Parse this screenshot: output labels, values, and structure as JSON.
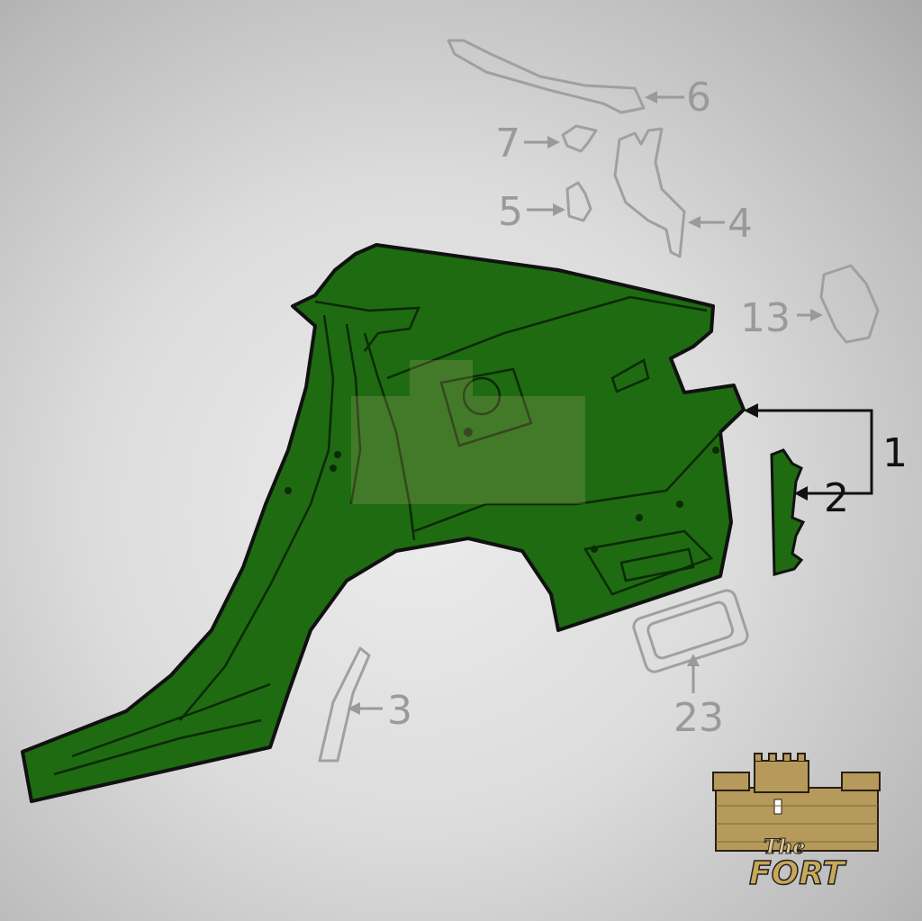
{
  "diagram": {
    "highlight_color": "#1e6b12",
    "outline_color": "#111111",
    "inactive_color": "#9a9a9a",
    "callouts": [
      {
        "id": "1",
        "label": "1",
        "highlighted": true
      },
      {
        "id": "2",
        "label": "2",
        "highlighted": true
      },
      {
        "id": "3",
        "label": "3",
        "highlighted": false
      },
      {
        "id": "4",
        "label": "4",
        "highlighted": false
      },
      {
        "id": "5",
        "label": "5",
        "highlighted": false
      },
      {
        "id": "6",
        "label": "6",
        "highlighted": false
      },
      {
        "id": "7",
        "label": "7",
        "highlighted": false
      },
      {
        "id": "13",
        "label": "13",
        "highlighted": false
      },
      {
        "id": "23",
        "label": "23",
        "highlighted": false
      }
    ]
  },
  "logo": {
    "line1": "The",
    "line2": "FORT",
    "color": "#b59a5c"
  }
}
